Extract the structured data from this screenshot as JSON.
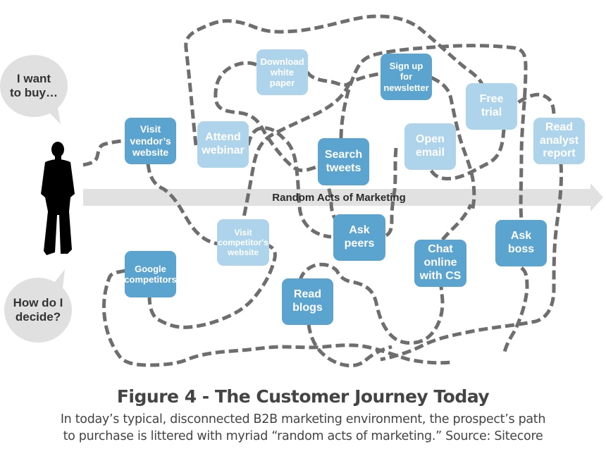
{
  "figure": {
    "title": "Figure 4 - The Customer Journey Today",
    "caption_line1": "In today’s typical, disconnected B2B marketing environment, the prospect’s path",
    "caption_line2": "to purchase is littered with myriad “random acts of marketing.” Source: Sitecore"
  },
  "colors": {
    "touchpoint_dark": "#5ba4d0",
    "touchpoint_light": "#aed4ec",
    "path_stroke": "#6e6e6e",
    "arrow_fill": "#e1e1e1",
    "bubble_fill": "#e0e0e0",
    "text_dark": "#333333"
  },
  "bubbles": {
    "want": "I want to buy…",
    "want_line1": "I want",
    "want_line2": "to buy…",
    "decide_line1": "How do I",
    "decide_line2": "decide?"
  },
  "arrow": {
    "label": "Random Acts of Marketing"
  },
  "person": {
    "icon": "person-silhouette-icon"
  },
  "touchpoints": {
    "visit_vendor": [
      "Visit",
      "vendor’s",
      "website"
    ],
    "download_white_paper": [
      "Download",
      "white",
      "paper"
    ],
    "sign_up_newsletter": [
      "Sign up",
      "for",
      "newsletter"
    ],
    "free_trial": [
      "Free",
      "trial"
    ],
    "attend_webinar": [
      "Attend",
      "webinar"
    ],
    "search_tweets": [
      "Search",
      "tweets"
    ],
    "open_email": [
      "Open",
      "email"
    ],
    "read_analyst_report": [
      "Read",
      "analyst",
      "report"
    ],
    "visit_competitor": [
      "Visit",
      "competitor's",
      "website"
    ],
    "ask_peers": [
      "Ask",
      "peers"
    ],
    "chat_online": [
      "Chat",
      "online",
      "with CS"
    ],
    "ask_boss": [
      "Ask",
      "boss"
    ],
    "google_competitors": [
      "Google",
      "competitors"
    ],
    "read_blogs": [
      "Read",
      "blogs"
    ]
  }
}
